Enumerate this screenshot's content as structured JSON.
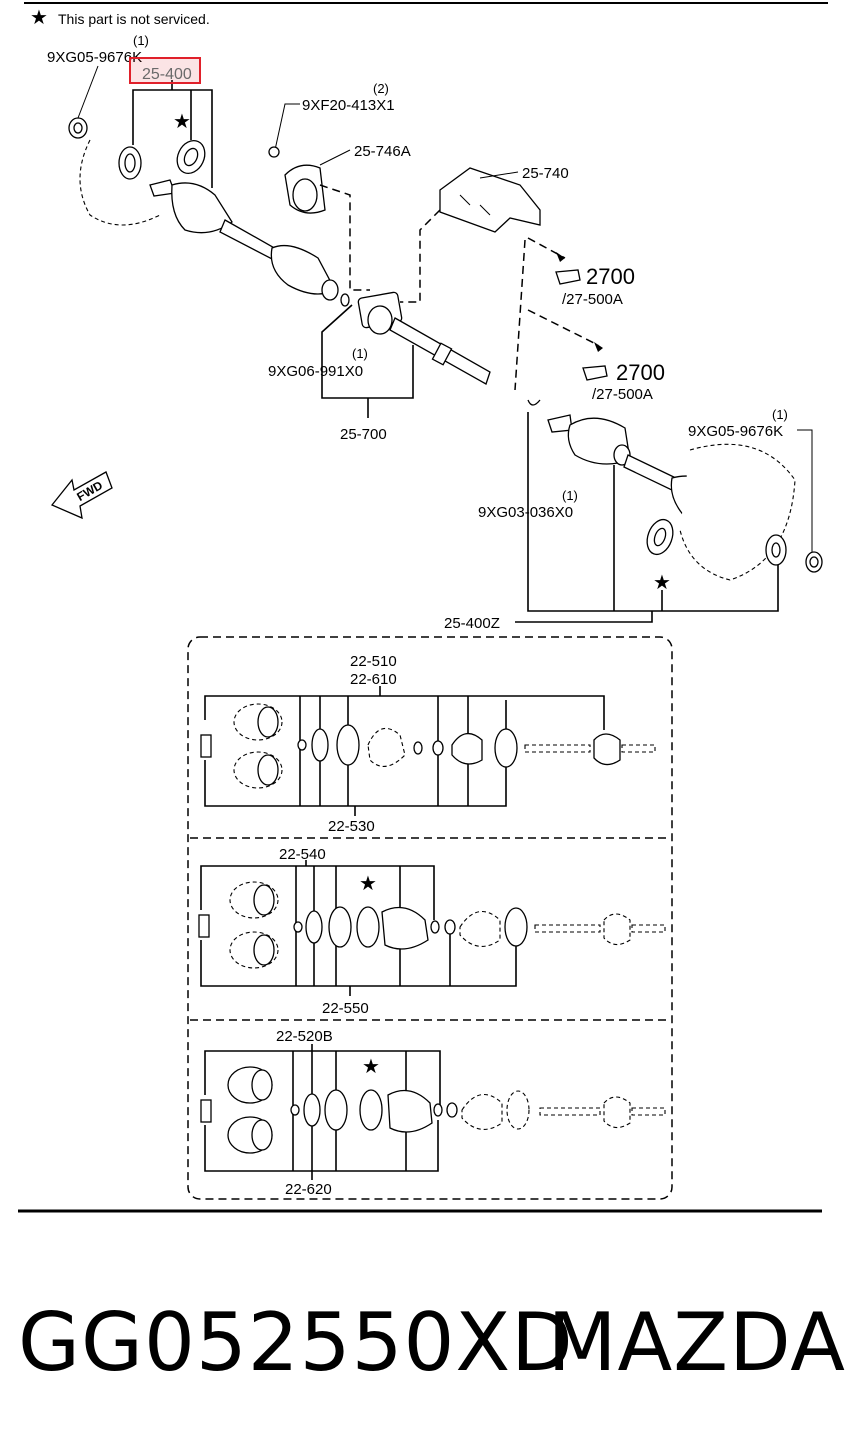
{
  "note": {
    "star": "★",
    "text": "This part is not serviced."
  },
  "labels": {
    "p9xg05_left_qty": "(1)",
    "p9xg05_left": "9XG05-9676K",
    "p25_400": "25-400",
    "p9xf20_qty": "(2)",
    "p9xf20": "9XF20-413X1",
    "p25_746a": "25-746A",
    "p25_740": "25-740",
    "p2700_a": "2700",
    "p27_500a_a": "/27-500A",
    "p2700_b": "2700",
    "p27_500a_b": "/27-500A",
    "p9xg06_qty": "(1)",
    "p9xg06": "9XG06-991X0",
    "p25_700": "25-700",
    "p9xg05_right_qty": "(1)",
    "p9xg05_right": "9XG05-9676K",
    "p9xg03_qty": "(1)",
    "p9xg03": "9XG03-036X0",
    "p25_400z": "25-400Z",
    "fwd": "FWD",
    "p22_510": "22-510",
    "p22_610": "22-610",
    "p22_530": "22-530",
    "p22_540": "22-540",
    "p22_550": "22-550",
    "p22_520b": "22-520B",
    "p22_620": "22-620"
  },
  "stars": [
    "★",
    "★",
    "★",
    "★"
  ],
  "highlight_color": "#e0202a",
  "footer": {
    "part_number": "GG052550XD",
    "brand": "MAZDA"
  }
}
